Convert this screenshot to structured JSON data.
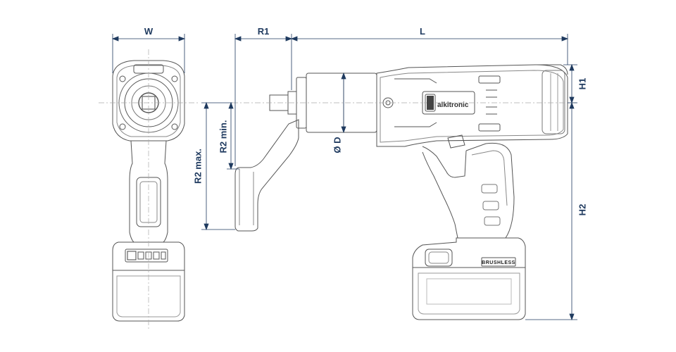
{
  "dimensions": {
    "w": "W",
    "r1": "R1",
    "l": "L",
    "h1": "H1",
    "h2": "H2",
    "r2_max": "R2 max.",
    "r2_min": "R2 min.",
    "od": "Ø D"
  },
  "product": {
    "logo_text": "alkitronic",
    "badge_text": "BRUSHLESS"
  },
  "colors": {
    "line": "#555555",
    "dimension": "#1f3a5f",
    "light": "#9a9a9a"
  }
}
